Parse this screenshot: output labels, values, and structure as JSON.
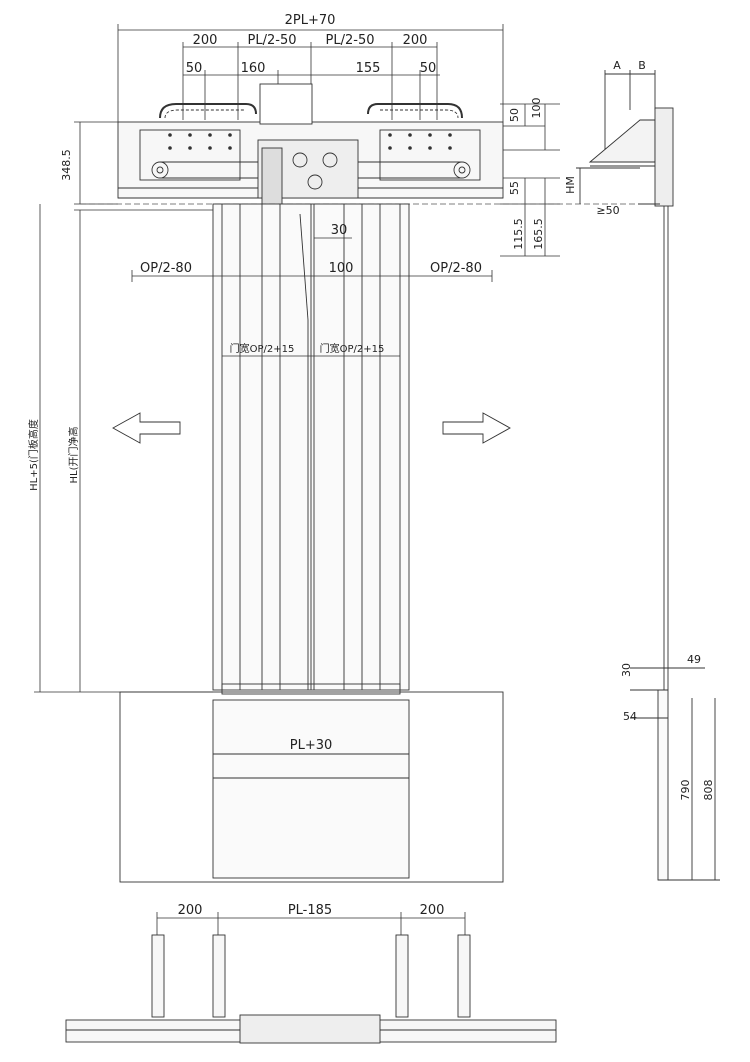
{
  "labels": {
    "pl2_70": "2PL+70",
    "top_200_left": "200",
    "pl2_50_left": "PL/2-50",
    "pl2_50_right": "PL/2-50",
    "top_200_right": "200",
    "d50_left": "50",
    "d160": "160",
    "d155": "155",
    "d50_right": "50",
    "r50": "50",
    "r100": "100",
    "r55": "55",
    "r115_5": "115.5",
    "r165_5": "165.5",
    "l348_5": "348.5",
    "d30": "30",
    "d100": "100",
    "op_left": "OP/2-80",
    "op_right": "OP/2-80",
    "door_width_left": "门宽OP/2+15",
    "door_width_right": "门宽OP/2+15",
    "hl5": "HL+5(门板高度",
    "hl": "HL(开门净高",
    "pl30": "PL+30",
    "side_a": "A",
    "side_b": "B",
    "side_hm": "HM",
    "side_ge50": "≥50",
    "side_30": "30",
    "side_49": "49",
    "side_54": "54",
    "side_790": "790",
    "side_808": "808",
    "bottom_200_left": "200",
    "bottom_pl185": "PL-185",
    "bottom_200_right": "200"
  },
  "colors": {
    "line": "#333333",
    "light": "#888888"
  }
}
